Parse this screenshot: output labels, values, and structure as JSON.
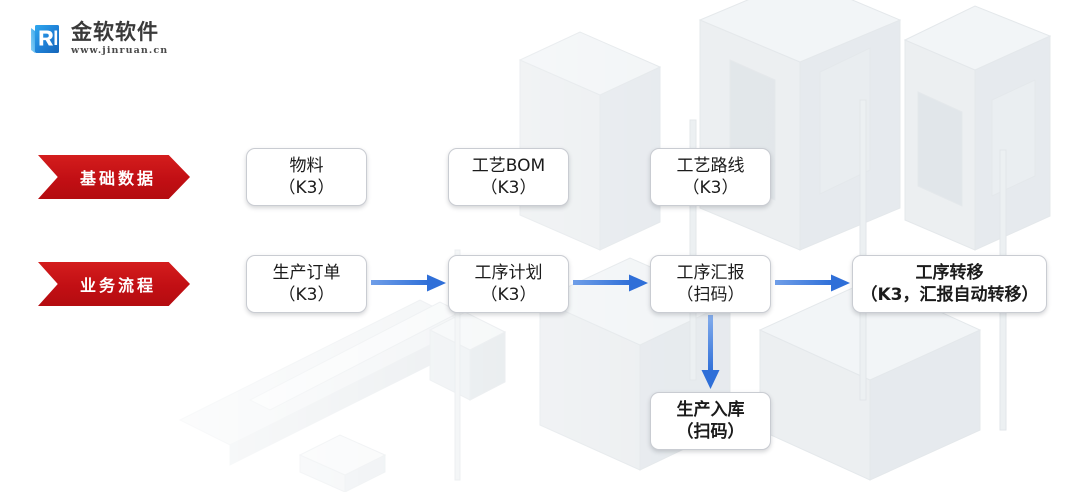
{
  "logo": {
    "mark_icon": "jinruan-r-logo-icon",
    "name": "金软软件",
    "url": "www.jinruan.cn",
    "mark_color": "#1a7fd4",
    "text_color": "#3a3a3a"
  },
  "theme": {
    "banner_red": "#c20f14",
    "arrow_blue": "#3f7ce0",
    "node_border": "#c9ccd2",
    "node_bg": "#ffffff",
    "page_bg": "#ffffff"
  },
  "rows": [
    {
      "banner": "基础数据",
      "nodes": [
        {
          "title": "物料",
          "sub": "（K3）"
        },
        {
          "title": "工艺BOM",
          "sub": "（K3）"
        },
        {
          "title": "工艺路线",
          "sub": "（K3）"
        }
      ]
    },
    {
      "banner": "业务流程",
      "nodes": [
        {
          "title": "生产订单",
          "sub": "（K3）"
        },
        {
          "title": "工序计划",
          "sub": "（K3）"
        },
        {
          "title": "工序汇报",
          "sub": "（扫码）"
        },
        {
          "title": "工序转移",
          "sub": "（K3，汇报自动转移）"
        },
        {
          "title": "生产入库",
          "sub": "（扫码）"
        }
      ]
    }
  ],
  "arrows": [
    {
      "name": "arrow-order-to-plan",
      "direction": "right"
    },
    {
      "name": "arrow-plan-to-report",
      "direction": "right"
    },
    {
      "name": "arrow-report-to-transfer",
      "direction": "right"
    },
    {
      "name": "arrow-report-to-inbound",
      "direction": "down"
    }
  ],
  "background": {
    "watermark": "isometric-factory-machinery-watermark"
  }
}
